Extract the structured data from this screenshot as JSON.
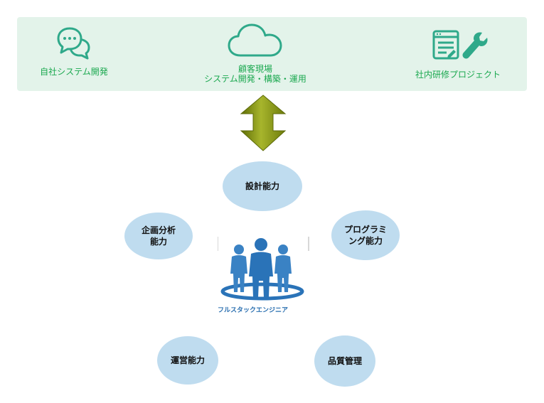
{
  "banner": {
    "left_label": "自社システム開発",
    "center_line1": "顧客現場",
    "center_line2": "システム開発・構築・運用",
    "right_label": "社内研修プロジェクト"
  },
  "skills": {
    "design": "設計能力",
    "planning_line1": "企画分析",
    "planning_line2": "能力",
    "programming_line1": "プログラミ",
    "programming_line2": "ング能力",
    "operations": "運営能力",
    "quality": "品質管理"
  },
  "team": {
    "caption": "フルスタックエンジニア"
  },
  "colors": {
    "banner_bg": "#e3f3ea",
    "banner_accent": "#1aa84f",
    "icon_teal": "#2fa98a",
    "arrow_olive": "#8a9a1b",
    "ellipse_fill": "#bfdcef",
    "team_blue": "#2a73b8"
  },
  "icons": {
    "left": "chat-bubbles-icon",
    "center": "cloud-icon",
    "right": "document-wrench-icon"
  }
}
